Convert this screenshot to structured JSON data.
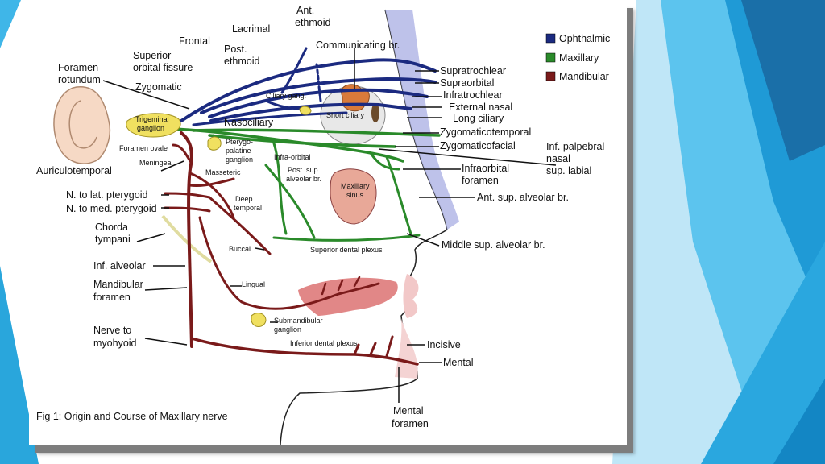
{
  "caption": "Fig 1: Origin and Course of Maxillary nerve",
  "legend": [
    {
      "label": "Ophthalmic",
      "color": "#1b2a80"
    },
    {
      "label": "Maxillary",
      "color": "#2a8a2a"
    },
    {
      "label": "Mandibular",
      "color": "#7a1a1a"
    }
  ],
  "labels": {
    "lacrimal": "Lacrimal",
    "ant_ethmoid_1": "Ant.",
    "ant_ethmoid_2": "ethmoid",
    "frontal": "Frontal",
    "communicating": "Communicating br.",
    "superior_orbital_1": "Superior",
    "superior_orbital_2": "orbital fissure",
    "post_ethmoid_1": "Post.",
    "post_ethmoid_2": "ethmoid",
    "foramen_rotundum_1": "Foramen",
    "foramen_rotundum_2": "rotundum",
    "zygomatic": "Zygomatic",
    "ciliary_gang": "Ciliary gang.",
    "nasociliary": "Nasociliary",
    "short_ciliary": "Short ciliary",
    "trigeminal_1": "Trigeminal",
    "trigeminal_2": "ganglion",
    "foramen_ovale": "Foramen ovale",
    "pterygo_1": "Pterygo-",
    "pterygo_2": "palatine",
    "pterygo_3": "ganglion",
    "infra_orbital": "Infra-orbital",
    "meningeal": "Meningeal",
    "masseteric": "Masseteric",
    "auriculotemporal": "Auriculotemporal",
    "post_sup_1": "Post. sup.",
    "post_sup_2": "alveolar br.",
    "maxillary_sinus_1": "Maxillary",
    "maxillary_sinus_2": "sinus",
    "lat_pterygoid": "N. to lat. pterygoid",
    "deep_temporal_1": "Deep",
    "deep_temporal_2": "temporal",
    "med_pterygoid": "N. to med. pterygoid",
    "chorda_1": "Chorda",
    "chorda_2": "tympani",
    "buccal": "Buccal",
    "superior_dental": "Superior dental plexus",
    "inf_alveolar": "Inf. alveolar",
    "lingual": "Lingual",
    "mandibular_foramen_1": "Mandibular",
    "mandibular_foramen_2": "foramen",
    "submandibular_1": "Submandibular",
    "submandibular_2": "ganglion",
    "nerve_myohyoid_1": "Nerve to",
    "nerve_myohyoid_2": "myohyoid",
    "inferior_dental": "Inferior dental plexus",
    "supratrochlear": "Supratrochlear",
    "supraorbital": "Supraorbital",
    "infratrochlear": "Infratrochlear",
    "external_nasal": "External nasal",
    "long_ciliary": "Long ciliary",
    "zygomaticotemporal": "Zygomaticotemporal",
    "zygomaticofacial": "Zygomaticofacial",
    "inf_palpebral_1": "Inf. palpebral",
    "inf_palpebral_2": "nasal",
    "inf_palpebral_3": "sup. labial",
    "infraorbital_foramen_1": "Infraorbital",
    "infraorbital_foramen_2": "foramen",
    "ant_sup_alveolar": "Ant. sup. alveolar br.",
    "middle_sup_alveolar": "Middle sup. alveolar br.",
    "incisive": "Incisive",
    "mental": "Mental",
    "mental_foramen_1": "Mental",
    "mental_foramen_2": "foramen"
  }
}
